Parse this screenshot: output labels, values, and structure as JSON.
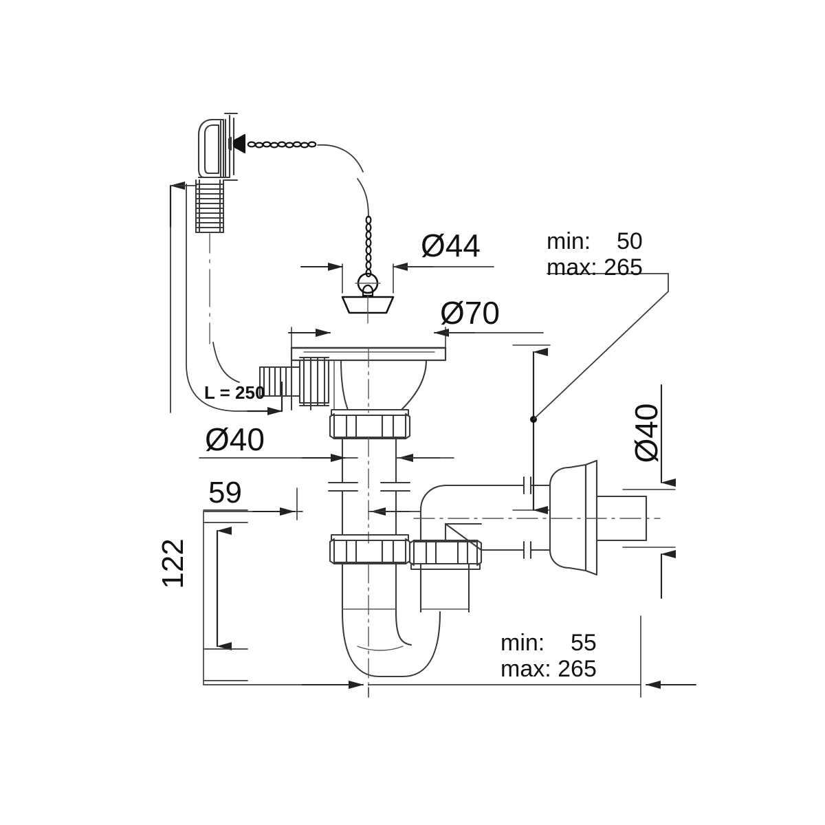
{
  "drawing": {
    "title": "Sink waste trap assembly dimensional drawing",
    "units": "mm",
    "line_color": "#333333",
    "text_color": "#111111",
    "background": "#ffffff"
  },
  "dimensions": {
    "plug_diameter": "Ø44",
    "flange_diameter": "Ø70",
    "pipe_diameter_left": "Ø40",
    "outlet_diameter_right": "Ø40",
    "offset_59": "59",
    "height_122": "122",
    "hose_length": "L = 250"
  },
  "ranges": {
    "vertical": {
      "min_label": "min:",
      "min_value": "50",
      "max_label": "max:",
      "max_value": "265",
      "min_line": "min:    50",
      "max_line": "max: 265"
    },
    "horizontal": {
      "min_label": "min:",
      "min_value": "55",
      "max_label": "max:",
      "max_value": "265",
      "min_line": "min:    55",
      "max_line": "max: 265"
    }
  },
  "components": {
    "overflow_cover": "overflow-cover",
    "chain": "pull-chain",
    "plug": "sink-plug",
    "strainer_body": "strainer-body",
    "strainer_flange": "strainer-flange",
    "overflow_hose": "corrugated-overflow-hose",
    "union_nut_top": "union-nut-top",
    "union_nut_middle": "union-nut-middle",
    "union_nut_outlet": "union-nut-outlet",
    "p_trap": "p-trap-u-bend",
    "outlet_pipe": "outlet-pipe",
    "wall_rosette": "wall-rosette"
  }
}
